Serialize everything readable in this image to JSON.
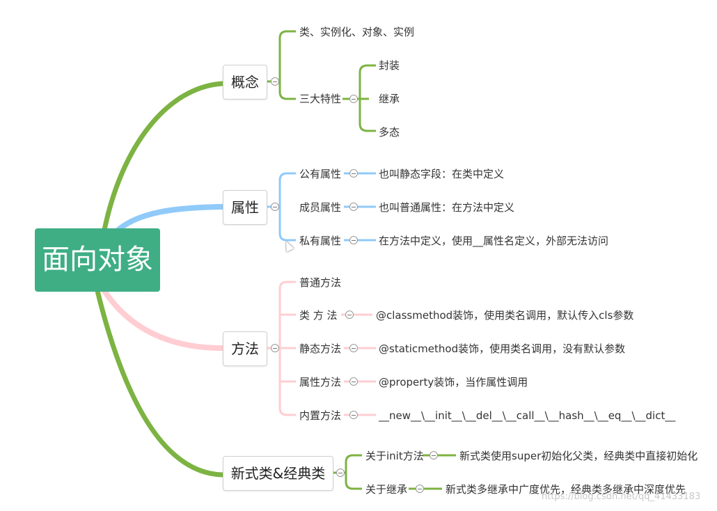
{
  "root": "面向对象",
  "colors": {
    "green": "#7cb342",
    "blue": "#90caf9",
    "pink": "#ffcdd2",
    "root_bg": "#3fae85"
  },
  "branches": [
    {
      "label": "概念",
      "children": [
        {
          "label": "类、实例化、对象、实例"
        },
        {
          "label": "三大特性",
          "children": [
            {
              "label": "封装"
            },
            {
              "label": "继承"
            },
            {
              "label": "多态"
            }
          ]
        }
      ]
    },
    {
      "label": "属性",
      "children": [
        {
          "label": "公有属性",
          "note": "也叫静态字段：在类中定义"
        },
        {
          "label": "成员属性",
          "note": "也叫普通属性：在方法中定义"
        },
        {
          "label": "私有属性",
          "note": "在方法中定义，使用__属性名定义，外部无法访问"
        }
      ]
    },
    {
      "label": "方法",
      "children": [
        {
          "label": "普通方法"
        },
        {
          "label": "类 方 法",
          "note": "@classmethod装饰，使用类名调用，默认传入cls参数"
        },
        {
          "label": "静态方法",
          "note": "@staticmethod装饰，使用类名调用，没有默认参数"
        },
        {
          "label": "属性方法",
          "note": "@property装饰，当作属性调用"
        },
        {
          "label": "内置方法",
          "note": "__new__\\__init__\\__del__\\__call__\\__hash__\\__eq__\\__dict__"
        }
      ]
    },
    {
      "label": "新式类&经典类",
      "children": [
        {
          "label": "关于init方法",
          "note": "新式类使用super初始化父类，经典类中直接初始化"
        },
        {
          "label": "关于继承",
          "note": "新式类多继承中广度优先，经典类多继承中深度优先"
        }
      ]
    }
  ],
  "watermark": "https://blog.csdn.net/qq_41433183"
}
